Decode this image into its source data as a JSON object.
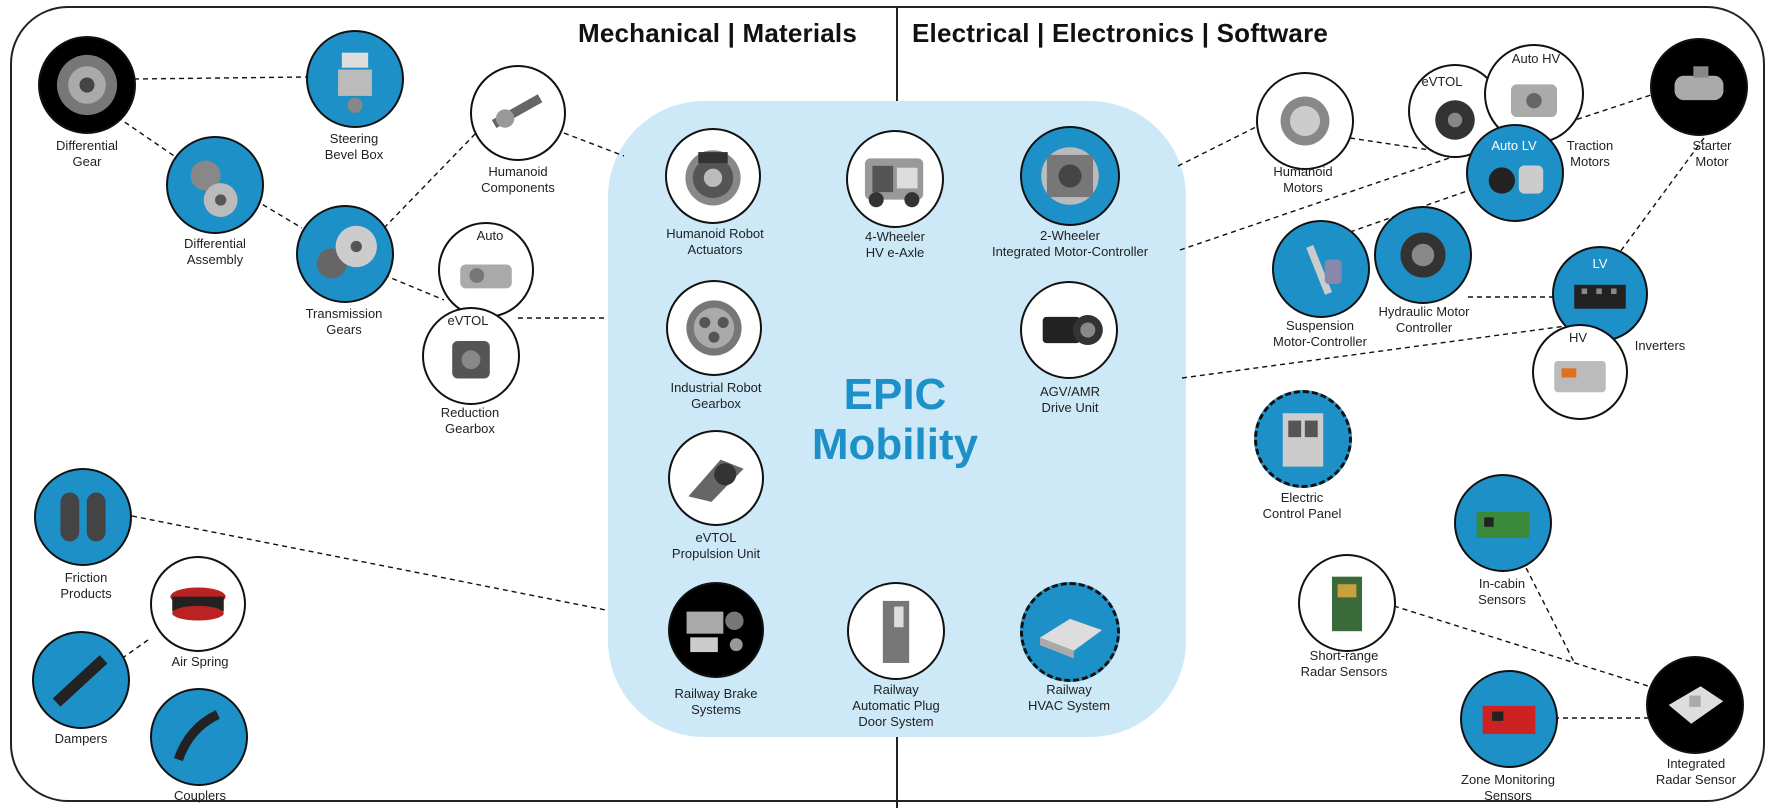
{
  "headings": {
    "left": "Mechanical | Materials",
    "right": "Electrical | Electronics | Software"
  },
  "center": {
    "title_line1": "EPIC",
    "title_line2": "Mobility"
  },
  "nodes": {
    "humanoid_robot_actuators": [
      "Humanoid Robot",
      "Actuators"
    ],
    "four_wheeler_axle": [
      "4-Wheeler",
      "HV e-Axle"
    ],
    "two_wheeler_motor": [
      "2-Wheeler",
      "Integrated Motor-Controller"
    ],
    "industrial_robot_gearbox": [
      "Industrial Robot",
      "Gearbox"
    ],
    "agv_amr": [
      "AGV/AMR",
      "Drive Unit"
    ],
    "evtol_propulsion": [
      "eVTOL",
      "Propulsion Unit"
    ],
    "railway_brake": [
      "Railway Brake",
      "Systems"
    ],
    "railway_door": [
      "Railway",
      "Automatic Plug",
      "Door System"
    ],
    "railway_hvac": [
      "Railway",
      "HVAC System"
    ],
    "differential_gear": [
      "Differential",
      "Gear"
    ],
    "steering_bevel_box": [
      "Steering",
      "Bevel Box"
    ],
    "differential_assembly": [
      "Differential",
      "Assembly"
    ],
    "transmission_gears": [
      "Transmission",
      "Gears"
    ],
    "humanoid_components": [
      "Humanoid",
      "Components"
    ],
    "reduction_gearbox": [
      "Reduction",
      "Gearbox"
    ],
    "friction_products": [
      "Friction",
      "Products"
    ],
    "air_spring": [
      "Air Spring"
    ],
    "dampers": [
      "Dampers"
    ],
    "couplers": [
      "Couplers"
    ],
    "humanoid_motors": [
      "Humanoid",
      "Motors"
    ],
    "traction_motors": [
      "Traction",
      "Motors"
    ],
    "starter_motor": [
      "Starter",
      "Motor"
    ],
    "suspension_motor_controller": [
      "Suspension",
      "Motor-Controller"
    ],
    "hydraulic_motor_controller": [
      "Hydraulic Motor",
      "Controller"
    ],
    "inverters": [
      "Inverters"
    ],
    "electric_control_panel": [
      "Electric",
      "Control Panel"
    ],
    "in_cabin_sensors": [
      "In-cabin",
      "Sensors"
    ],
    "short_range_radar": [
      "Short-range",
      "Radar Sensors"
    ],
    "zone_monitoring": [
      "Zone Monitoring",
      "Sensors"
    ],
    "integrated_radar": [
      "Integrated",
      "Radar Sensor"
    ]
  },
  "tags": {
    "auto": "Auto",
    "evtol_gearbox": "eVTOL",
    "evtol_motor": "eVTOL",
    "auto_hv": "Auto HV",
    "auto_lv": "Auto LV",
    "lv": "LV",
    "hv": "HV"
  },
  "colors": {
    "accent_blue": "#1e90c8",
    "panel_blue": "#cde9f8",
    "line": "#111111"
  }
}
